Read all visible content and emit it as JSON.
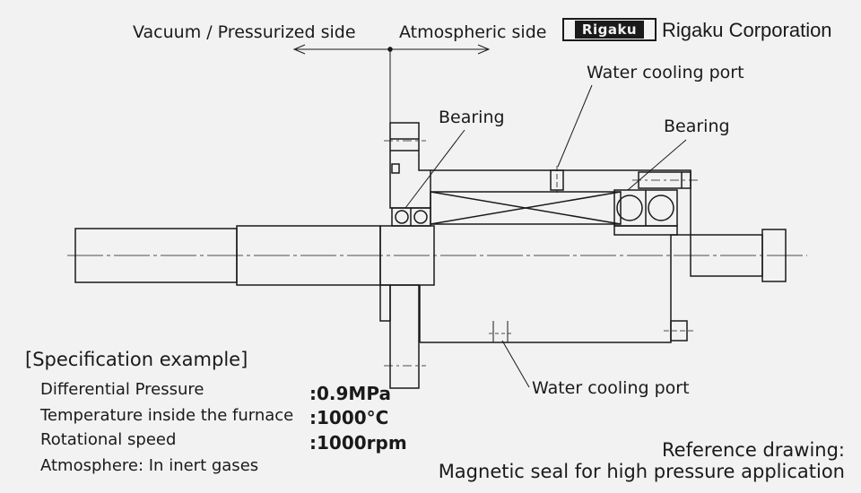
{
  "header": {
    "vacuum_side": "Vacuum / Pressurized side",
    "atmospheric_side": "Atmospheric side",
    "logo_text": "Rigaku",
    "company_name": "Rigaku Corporation"
  },
  "labels": {
    "water_port_top": "Water cooling port",
    "bearing_left": "Bearing",
    "bearing_right": "Bearing",
    "water_port_bottom": "Water cooling port"
  },
  "spec": {
    "title": "[Specification example]",
    "items": [
      {
        "name": "Differential Pressure",
        "value": ":0.9MPa"
      },
      {
        "name": "Temperature inside the furnace",
        "value": ":1000°C"
      },
      {
        "name": "Rotational speed",
        "value": ":1000rpm"
      },
      {
        "name": "Atmosphere: In inert gases",
        "value": ""
      }
    ]
  },
  "reference": {
    "line1": "Reference drawing:",
    "line2": "Magnetic seal for high pressure application"
  }
}
